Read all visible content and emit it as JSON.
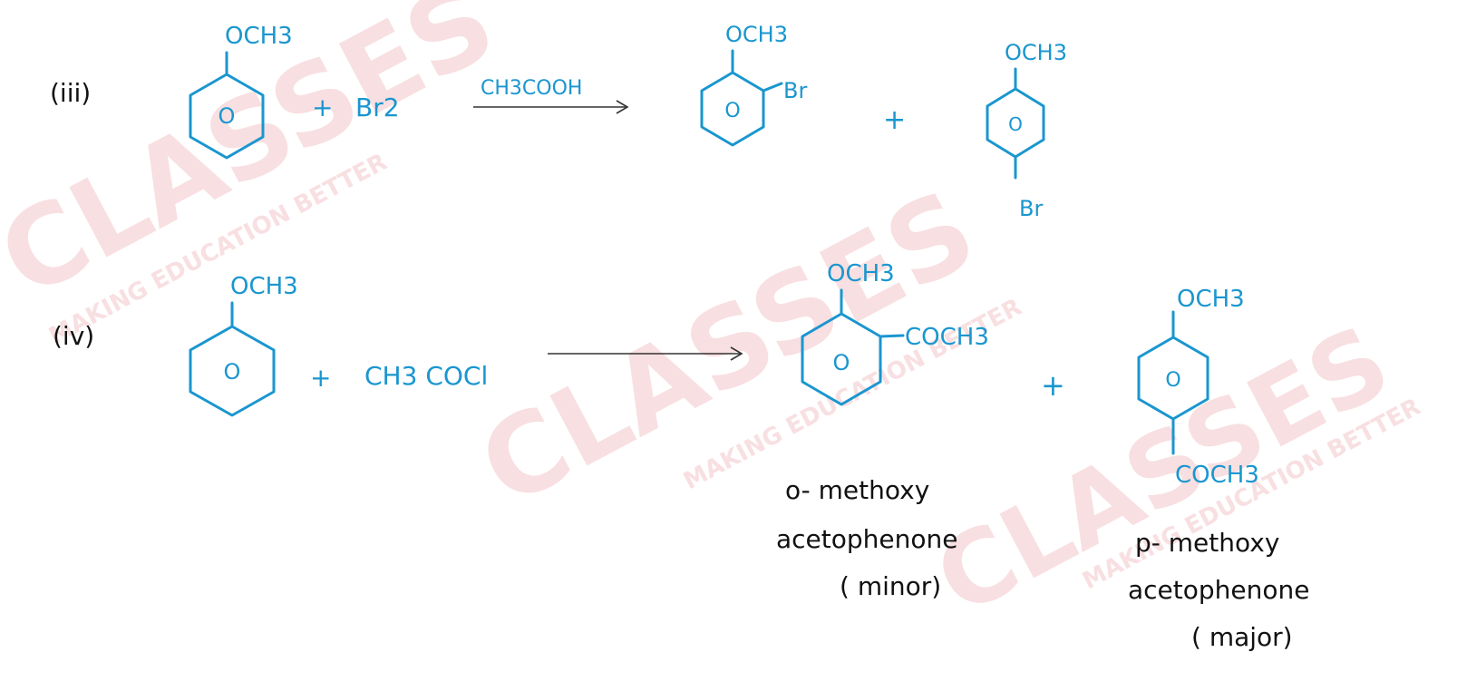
{
  "colors": {
    "ink": "#1a96cf",
    "label": "#111111",
    "watermark": "#f2c4c8",
    "arrow": "#333333"
  },
  "watermark": {
    "brand": "CLASSES",
    "tagline": "MAKING EDUCATION BETTER"
  },
  "reaction_iii": {
    "label": "(iii)",
    "reactant": {
      "substituent": "OCH3",
      "ring_mark": "O"
    },
    "plus_1": "+",
    "reagent": "Br2",
    "condition": "CH3COOH",
    "product_ortho": {
      "top": "OCH3",
      "side": "Br",
      "ring_mark": "O"
    },
    "plus_2": "+",
    "product_para": {
      "top": "OCH3",
      "bottom": "Br",
      "ring_mark": "O"
    }
  },
  "reaction_iv": {
    "label": "(iv)",
    "reactant": {
      "substituent": "OCH3",
      "ring_mark": "O"
    },
    "plus_1": "+",
    "reagent": "CH3 COCl",
    "product_ortho": {
      "top": "OCH3",
      "side": "COCH3",
      "ring_mark": "O",
      "name_line1": "o- methoxy",
      "name_line2": "acetophenone",
      "name_line3": "( minor)"
    },
    "plus_2": "+",
    "product_para": {
      "top": "OCH3",
      "bottom": "COCH3",
      "ring_mark": "O",
      "name_line1": "p- methoxy",
      "name_line2": "acetophenone",
      "name_line3": "( major)"
    }
  }
}
